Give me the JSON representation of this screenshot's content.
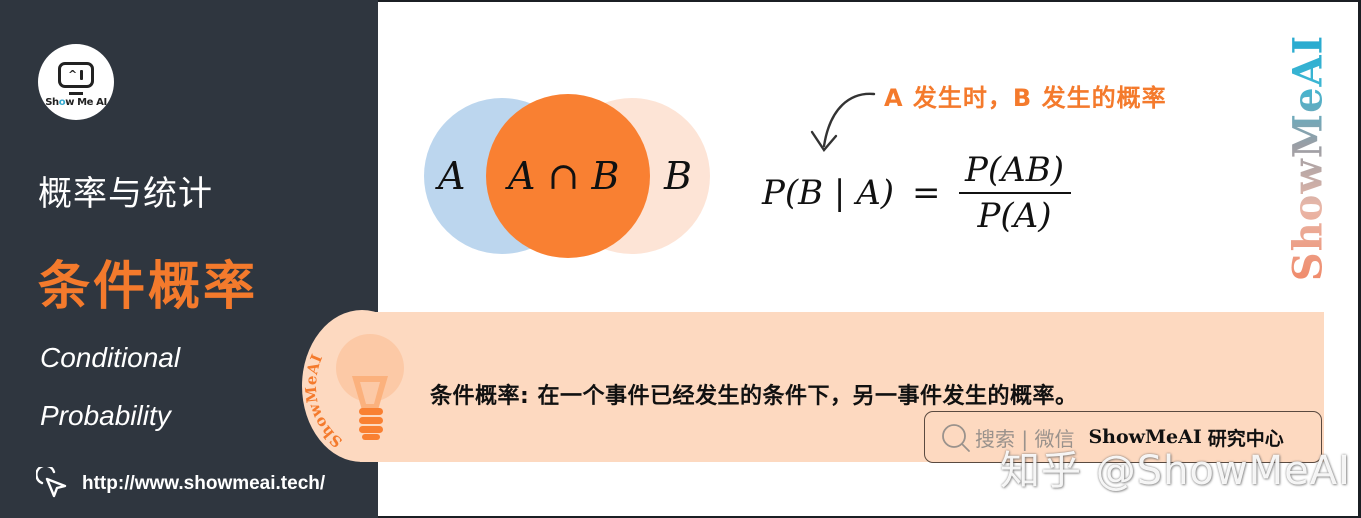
{
  "sidebar": {
    "logo": {
      "brand_prefix": "Sh",
      "brand_o": "o",
      "brand_suffix": "w Me AI",
      "caret": "^"
    },
    "subject": "概率与统计",
    "title": "条件概率",
    "english_line1": "Conditional",
    "english_line2": "Probability",
    "url": "http://www.showmeai.tech/",
    "url_icon": "cursor-click-icon"
  },
  "venn": {
    "label_a": "A",
    "label_intersection": "A ∩ B",
    "label_b": "B",
    "colors": {
      "a": "#bcd6ee",
      "b": "#fde4d6",
      "intersection": "#f98032"
    }
  },
  "formula": {
    "annotation": "A 发生时，B 发生的概率",
    "lhs": "P(B | A)",
    "equals": "=",
    "numerator": "P(AB)",
    "denominator": "P(A)"
  },
  "vertical_brand": "ShowMeAI",
  "banner": {
    "badge_text": "ShowMeAI",
    "badge_icon": "lightbulb-icon",
    "definition": "条件概率: 在一个事件已经发生的条件下，另一事件发生的概率。",
    "search": {
      "icon": "search-icon",
      "hint": "搜索 | 微信",
      "brand": "ShowMeAI",
      "org": "研究中心"
    }
  },
  "watermark": "知乎 @ShowMeAI",
  "colors": {
    "sidebar_bg": "#2f363f",
    "accent_orange": "#f47a2c",
    "banner_bg": "#fdd9c0",
    "brand_blue": "#35a9cf"
  }
}
